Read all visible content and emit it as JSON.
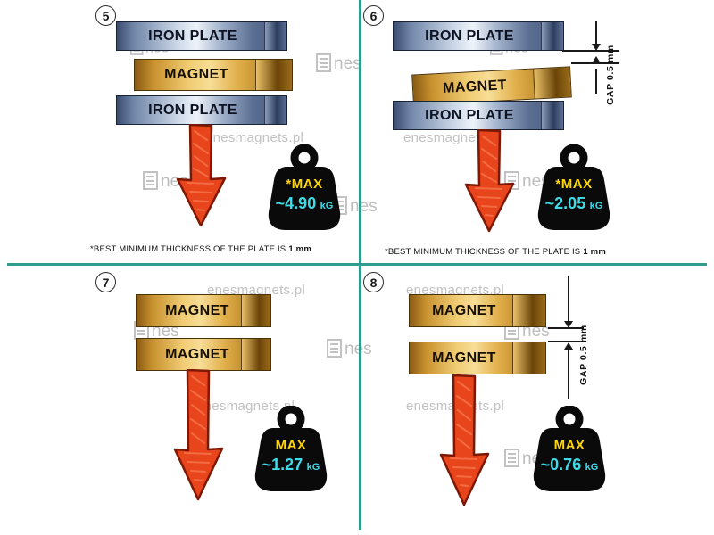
{
  "brand": {
    "url": "enesmagnets.pl",
    "logo_suffix": "nes"
  },
  "colors": {
    "divider_teal": "#2e9d90",
    "arrow_red": "#e8451c",
    "weight_black": "#0a0a0a",
    "max_label_yellow": "#ffd60a",
    "value_cyan": "#3fdbe8",
    "iron_plate_steel": "#aebdd4",
    "magnet_gold": "#e9bd5c",
    "watermark_gray": "#c2c2c2"
  },
  "panels": [
    {
      "number": "5",
      "layers": [
        "IRON PLATE",
        "MAGNET",
        "IRON PLATE"
      ],
      "weight": {
        "label": "*MAX",
        "value": "~4.90",
        "unit": "kG"
      },
      "note": {
        "prefix": "*BEST MINIMUM THICKNESS OF THE PLATE IS",
        "bold": "1 mm"
      }
    },
    {
      "number": "6",
      "layers": [
        "IRON PLATE",
        "MAGNET",
        "IRON PLATE"
      ],
      "gap_label": "GAP  0.5 mm",
      "weight": {
        "label": "*MAX",
        "value": "~2.05",
        "unit": "kG"
      },
      "note": {
        "prefix": "*BEST MINIMUM THICKNESS OF THE PLATE IS",
        "bold": "1 mm"
      }
    },
    {
      "number": "7",
      "layers": [
        "MAGNET",
        "MAGNET"
      ],
      "weight": {
        "label": "MAX",
        "value": "~1.27",
        "unit": "kG"
      }
    },
    {
      "number": "8",
      "layers": [
        "MAGNET",
        "MAGNET"
      ],
      "gap_label": "GAP  0.5 mm",
      "weight": {
        "label": "MAX",
        "value": "~0.76",
        "unit": "kG"
      }
    }
  ]
}
